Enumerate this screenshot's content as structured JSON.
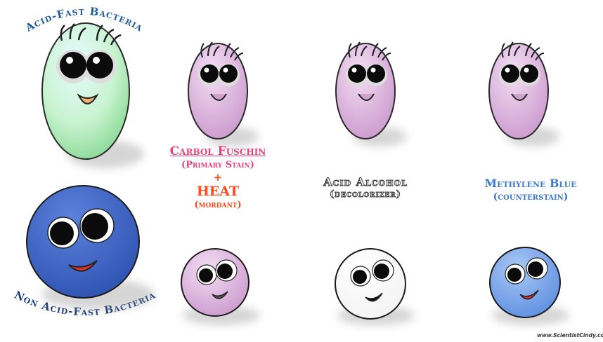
{
  "titles": {
    "acid_fast": "Acid-Fast Bacteria",
    "non_acid_fast": "Non Acid-Fast Bacteria"
  },
  "steps": {
    "carbol": {
      "stain": "Carbol Fuschin",
      "stain_role": "(Primary Stain)",
      "plus": "+",
      "heat": "HEAT",
      "heat_role": "(mordant)"
    },
    "acid_alcohol": {
      "name": "Acid Alcohol",
      "role": "(decolorizer)"
    },
    "methylene": {
      "name": "Methylene Blue",
      "role": "(counterstain)"
    }
  },
  "colors": {
    "acid_fast_initial": "#bff2c9",
    "stained_pink": "#dcaedb",
    "decolorized": "#ffffff",
    "counterstain_blue": "#6f9ee4",
    "non_acid_initial": "#3f63c9"
  },
  "credit": "www.ScientistCindy.com"
}
